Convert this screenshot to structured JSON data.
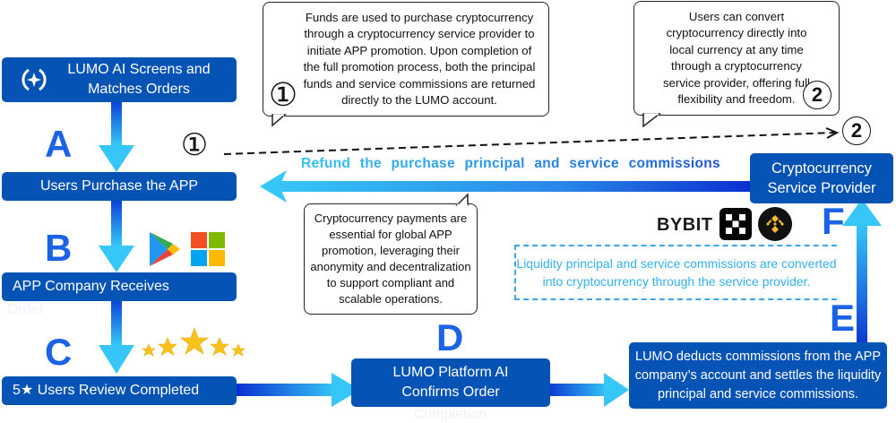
{
  "steps": {
    "screen": {
      "label_line1": "LUMO AI Screens and",
      "label_line2": "Matches Orders",
      "icon": "lumo-compass-star-icon"
    },
    "a": {
      "letter": "A",
      "label": "Users Purchase the APP"
    },
    "b": {
      "letter": "B",
      "label": "APP Company Receives",
      "ghost": "Order",
      "icons": [
        "google-play-icon",
        "microsoft-store-icon"
      ]
    },
    "c": {
      "letter": "C",
      "label": "5★ Users Review Completed",
      "rating_icon": "five-stars-icon"
    },
    "d": {
      "letter": "D",
      "label_line1": "LUMO Platform AI",
      "label_line2": "Confirms Order",
      "ghost": "Completion"
    },
    "e": {
      "letter": "E",
      "label_line1": "LUMO deducts commissions from the APP",
      "label_line2": "company’s account and settles the liquidity",
      "label_line3": "principal and service commissions."
    },
    "f": {
      "letter": "F",
      "label_line1": "Cryptocurrency",
      "label_line2": "Service Provider",
      "exchanges": [
        "BYBIT",
        "okx-icon",
        "binance-icon"
      ]
    }
  },
  "callouts": {
    "one": {
      "marker": "①",
      "lines": [
        "Funds are used to purchase cryptocurrency",
        "through a cryptocurrency service provider to",
        "initiate APP promotion. Upon completion of",
        "the full promotion process, both the principal",
        "funds and service commissions are returned",
        "directly to the LUMO account."
      ]
    },
    "two": {
      "marker": "2",
      "lines": [
        "Users can convert",
        "cryptocurrency directly into",
        "local currency at any time",
        "through a cryptocurrency",
        "service provider, offering full",
        "flexibility and freedom."
      ]
    },
    "crypto": {
      "lines": [
        "Cryptocurrency payments are",
        "essential for global APP",
        "promotion, leveraging their",
        "anonymity and decentralization",
        "to support compliant and",
        "scalable operations."
      ]
    }
  },
  "flow_markers": {
    "start": "①",
    "end": "2"
  },
  "refund_arrow": {
    "label": "Refund the purchase principal and service commissions"
  },
  "conversion_note": {
    "line1": "Liquidity principal and service commissions are converted",
    "line2": "into cryptocurrency through the service provider."
  },
  "colors": {
    "node": "#0553b5",
    "letter": "#1a63e6",
    "arrow_light": "#33c3f5",
    "arrow_dark": "#0a2fd0"
  }
}
